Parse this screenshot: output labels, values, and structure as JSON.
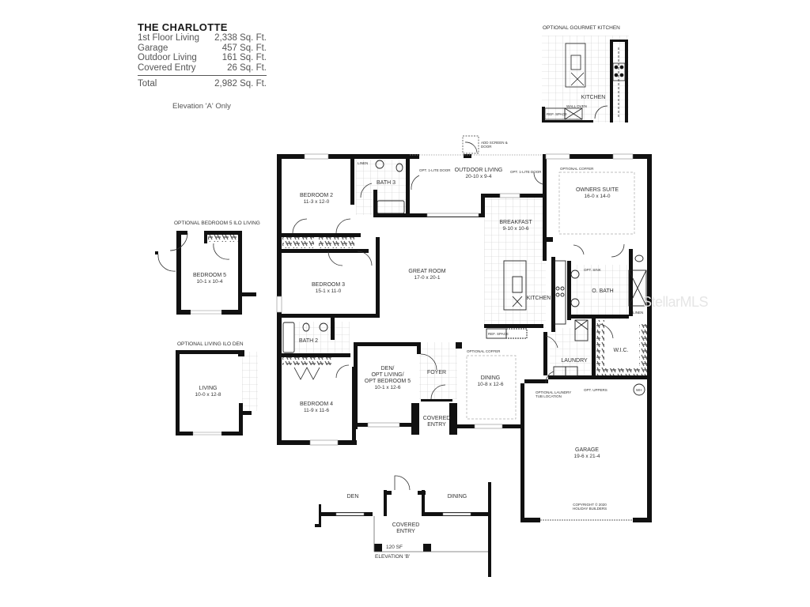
{
  "header": {
    "title": "THE CHARLOTTE",
    "areas": [
      {
        "label": "1st Floor Living",
        "value": "2,338 Sq. Ft."
      },
      {
        "label": "Garage",
        "value": "457 Sq. Ft."
      },
      {
        "label": "Outdoor Living",
        "value": "161 Sq. Ft."
      },
      {
        "label": "Covered Entry",
        "value": "26 Sq. Ft."
      }
    ],
    "total": {
      "label": "Total",
      "value": "2,982 Sq. Ft."
    },
    "note": "Elevation 'A' Only"
  },
  "optional_gourmet_kitchen": {
    "caption": "OPTIONAL GOURMET KITCHEN",
    "kitchen_label": "KITCHEN",
    "ref_space": "REF. SPACE",
    "wall_oven": "WALL OVEN"
  },
  "rooms": {
    "bedroom2": {
      "name": "BEDROOM 2",
      "dim": "11-3 x 12-0"
    },
    "bath3": {
      "name": "BATH 3"
    },
    "linen_b3": {
      "name": "LINEN"
    },
    "outdoor_living": {
      "name": "OUTDOOR LIVING",
      "dim": "20-10 x 9-4"
    },
    "add_screen": {
      "name": "ADD SCREEN & DOOR"
    },
    "opt_lite_door_1": {
      "name": "OPT. 1-LITE DOOR"
    },
    "opt_lite_door_2": {
      "name": "OPT. 1-LITE DOOR"
    },
    "owners_suite": {
      "name": "OWNERS SUITE",
      "dim": "16-0 x 14-0"
    },
    "optional_coffer_os": {
      "name": "OPTIONAL COFFER"
    },
    "breakfast": {
      "name": "BREAKFAST",
      "dim": "9-10 x 10-6"
    },
    "great_room": {
      "name": "GREAT ROOM",
      "dim": "17-0 x 20-1"
    },
    "bedroom3": {
      "name": "BEDROOM 3",
      "dim": "15-1 x 11-0"
    },
    "kitchen": {
      "name": "KITCHEN"
    },
    "obath": {
      "name": "O. BATH"
    },
    "opt_sink": {
      "name": "OPT. SINK"
    },
    "linen_ob": {
      "name": "LINEN"
    },
    "linen_ob2": {
      "name": "LINEN"
    },
    "ref_space": {
      "name": "REF. SPACE"
    },
    "bath2": {
      "name": "BATH 2"
    },
    "wic": {
      "name": "W.I.C."
    },
    "laundry": {
      "name": "LAUNDRY"
    },
    "bedroom4": {
      "name": "BEDROOM 4",
      "dim": "11-9 x 11-6"
    },
    "den": {
      "name": "DEN/\nOPT LIVING/\nOPT BEDROOM 5",
      "line1": "DEN/",
      "line2": "OPT LIVING/",
      "line3": "OPT BEDROOM 5",
      "dim": "10-1 x 12-6"
    },
    "foyer": {
      "name": "FOYER"
    },
    "covered_entry": {
      "line1": "COVERED",
      "line2": "ENTRY"
    },
    "dining": {
      "name": "DINING",
      "dim": "10-8 x 12-6"
    },
    "optional_coffer_dining": {
      "name": "OPTIONAL COFFER"
    },
    "optional_laundry_tub": {
      "line1": "OPTIONAL LAUNDRY",
      "line2": "TUB LOCATION"
    },
    "opt_upper": {
      "name": "OPT. UPPERS"
    },
    "wh": {
      "name": "WH"
    },
    "garage": {
      "name": "GARAGE",
      "dim": "19-6 x 21-4"
    },
    "copyright": {
      "line1": "COPYRIGHT © 2020",
      "line2": "HOLIDAY BUILDERS"
    }
  },
  "optional_bedroom5": {
    "caption": "OPTIONAL BEDROOM 5 ILO LIVING",
    "name": "BEDROOM 5",
    "dim": "10-1 x 10-4"
  },
  "optional_living": {
    "caption": "OPTIONAL LIVING ILO DEN",
    "name": "LIVING",
    "dim": "10-0 x 12-8"
  },
  "elevation_b": {
    "den": "DEN",
    "dining": "DINING",
    "covered_line1": "COVERED",
    "covered_line2": "ENTRY",
    "area": "120 SF",
    "caption": "ELEVATION 'B'"
  },
  "watermark": "StellarMLS"
}
